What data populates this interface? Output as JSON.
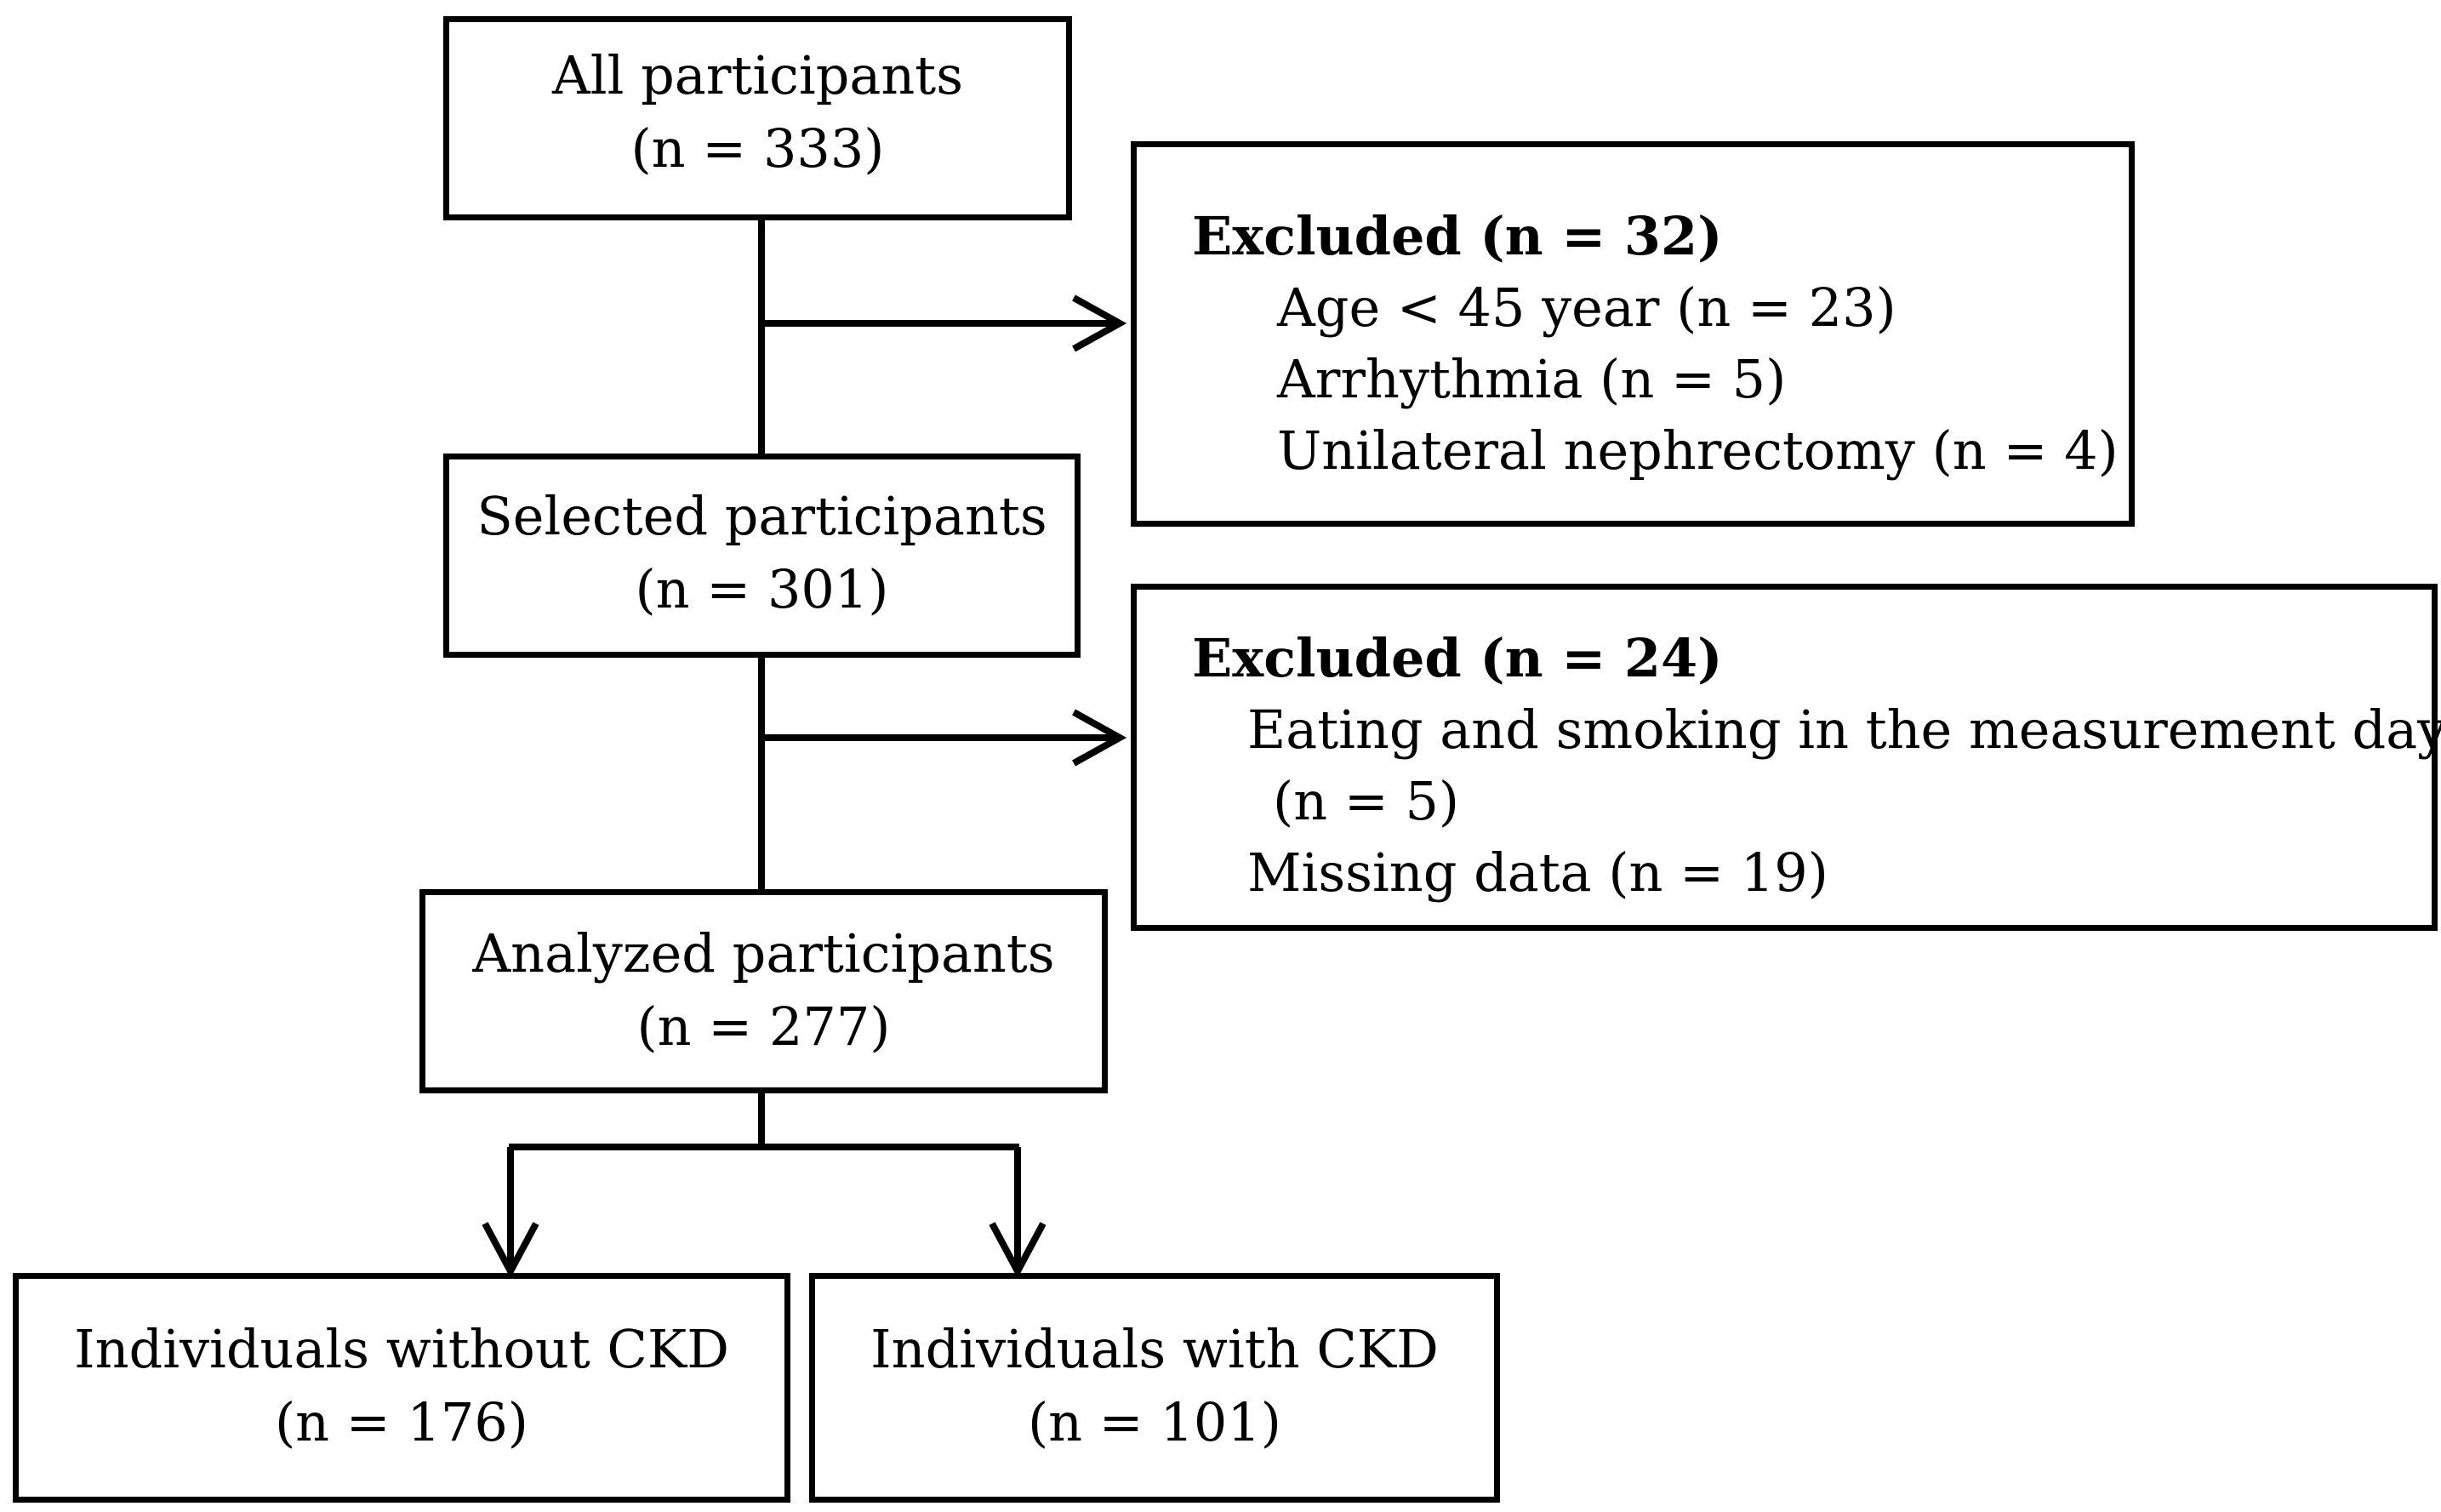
{
  "boxes": {
    "all": {
      "title": "All participants",
      "count": "(n = 333)"
    },
    "selected": {
      "title": "Selected participants",
      "count": "(n = 301)"
    },
    "analyzed": {
      "title": "Analyzed participants",
      "count": "(n = 277)"
    },
    "without_ckd": {
      "title": "Individuals without CKD",
      "count": "(n = 176)"
    },
    "with_ckd": {
      "title": "Individuals with CKD",
      "count": "(n = 101)"
    }
  },
  "exclusions": [
    {
      "heading": "Excluded (n = 32)",
      "items": [
        "Age < 45 year (n = 23)",
        "Arrhythmia (n = 5)",
        "Unilateral nephrectomy (n = 4)"
      ]
    },
    {
      "heading": "Excluded (n = 24)",
      "items": [
        "Eating and smoking in the measurement day",
        "(n = 5)",
        "Missing data (n = 19)"
      ]
    }
  ],
  "colors": {
    "stroke": "#000000",
    "background": "#ffffff"
  }
}
